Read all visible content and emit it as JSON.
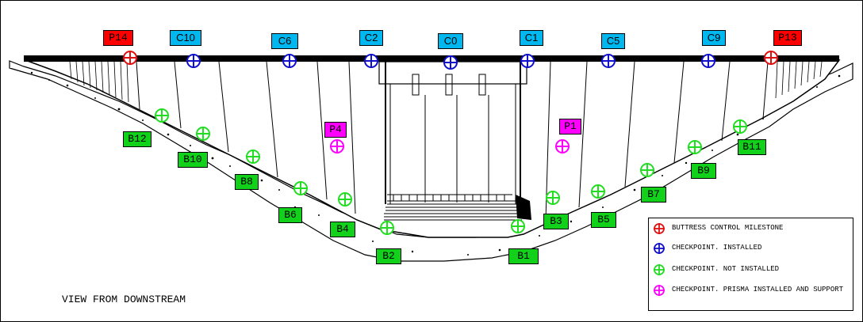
{
  "labels": {
    "red": [
      "P14",
      "P13"
    ],
    "blue": [
      "C10",
      "C6",
      "C2",
      "C0",
      "C1",
      "C5",
      "C9"
    ],
    "magenta": [
      "P4",
      "P1"
    ],
    "green": [
      "B12",
      "B10",
      "B8",
      "B6",
      "B4",
      "B2",
      "B1",
      "B3",
      "B5",
      "B7",
      "B9",
      "B11"
    ]
  },
  "caption": "VIEW FROM DOWNSTREAM",
  "legend": {
    "items": [
      {
        "label": "BUTTRESS CONTROL MILESTONE",
        "color": "#e01010"
      },
      {
        "label": "CHECKPOINT. INSTALLED",
        "color": "#1010cc"
      },
      {
        "label": "CHECKPOINT.  NOT INSTALLED",
        "color": "#22dd22"
      },
      {
        "label": "CHECKPOINT.  PRISMA INSTALLED AND SUPPORT",
        "color": "#ff00ff"
      }
    ]
  },
  "colors": {
    "milestone": "#e01010",
    "installed": "#1010cc",
    "not_installed": "#22dd22",
    "prisma": "#ff00ff",
    "label_red": "#ff0000",
    "label_blue": "#00b7f0",
    "label_green": "#11d11a",
    "label_magenta": "#ff00ff"
  },
  "icons": {
    "marker": "circle-crosshair-icon"
  }
}
